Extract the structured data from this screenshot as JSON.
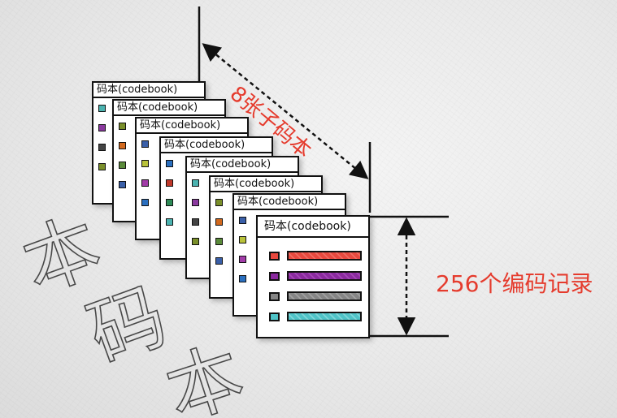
{
  "codebook_title": "码本(codebook)",
  "dimension_label": "8张子码本",
  "records_label": "256个编码记录",
  "watermark_chars": [
    "码",
    "本"
  ],
  "colors": {
    "label_red": "#e53b2d",
    "outline": "#111111",
    "rows": [
      "#e8483e",
      "#8b2a9f",
      "#858585",
      "#4fc3c7"
    ],
    "small_swatches": [
      "#4bb3b0",
      "#5a8a3a",
      "#c0392b",
      "#7a8f2a",
      "#a23ca8",
      "#8b3a9f",
      "#3a5fa8",
      "#2e8b57",
      "#d2691e",
      "#2a6fbf",
      "#444444",
      "#b9c23a"
    ]
  }
}
